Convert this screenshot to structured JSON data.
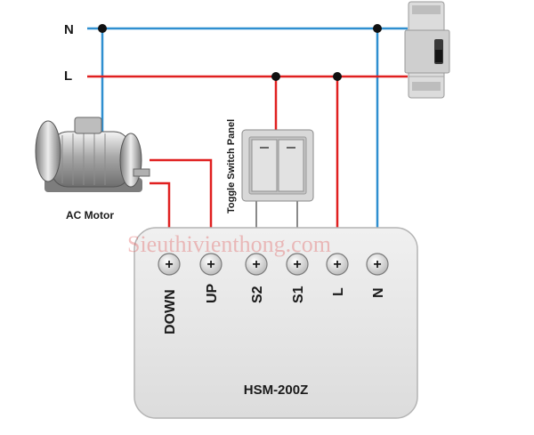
{
  "lines": {
    "neutral_label": "N",
    "live_label": "L",
    "neutral_color": "#2f8fd0",
    "live_color": "#e02020",
    "junction_color": "#111111"
  },
  "motor": {
    "label": "AC Motor"
  },
  "switch_panel": {
    "label": "Toggle Switch Panel"
  },
  "breaker": {
    "icon": "circuit-breaker-icon"
  },
  "module": {
    "name": "HSM-200Z",
    "body_color": "#e6e6e6",
    "terminals": [
      "DOWN",
      "UP",
      "S2",
      "S1",
      "L",
      "N"
    ],
    "terminal_symbol": "+"
  },
  "watermark": "Sieuthivienthong.com"
}
